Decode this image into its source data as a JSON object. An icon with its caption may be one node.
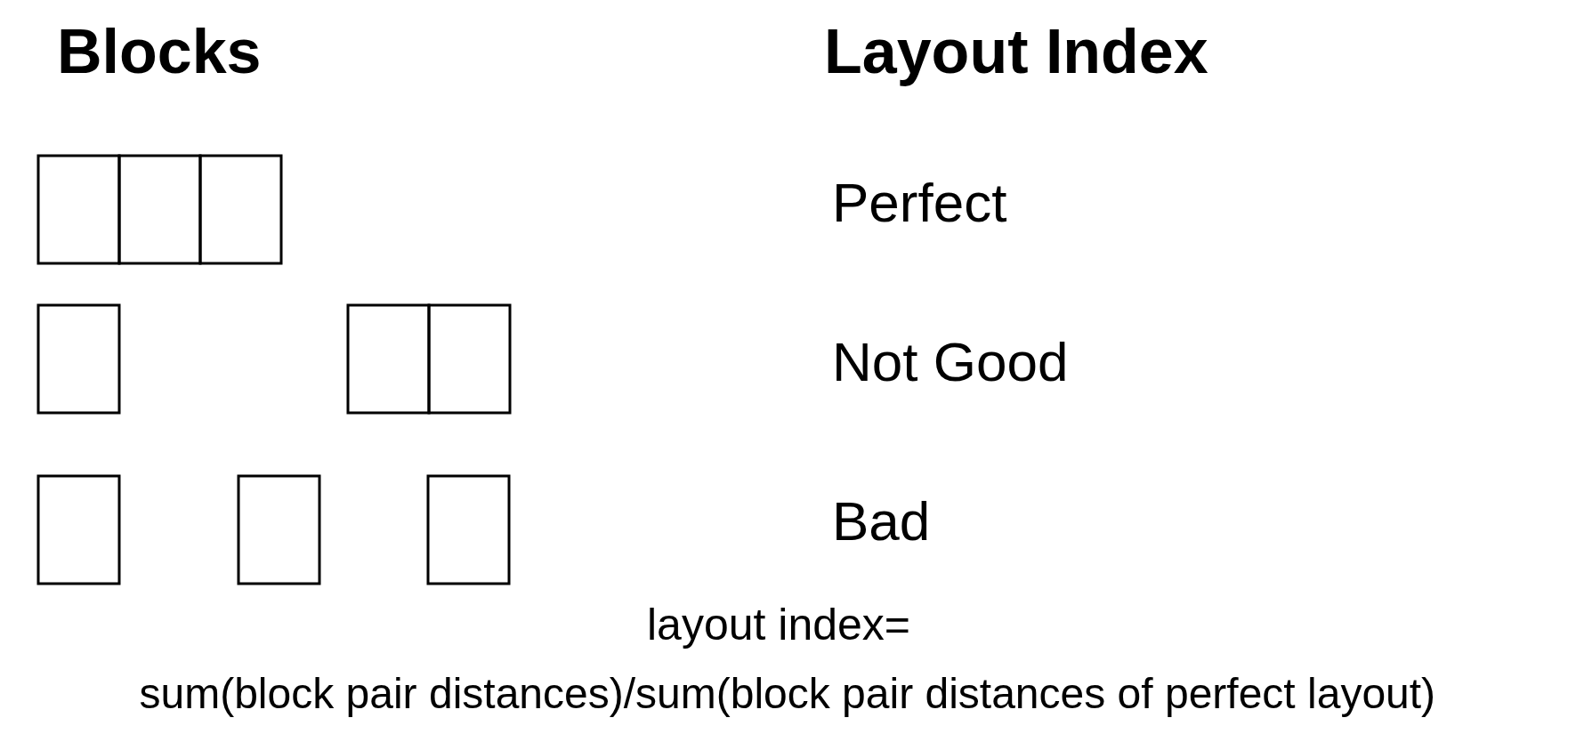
{
  "diagram": {
    "labels": [
      "Blocks",
      "Layout Index",
      "Perfect",
      "Not Good",
      "Bad",
      "layout index=",
      "sum(block pair distances)/sum(block pair distances of perfect layout)"
    ]
  }
}
